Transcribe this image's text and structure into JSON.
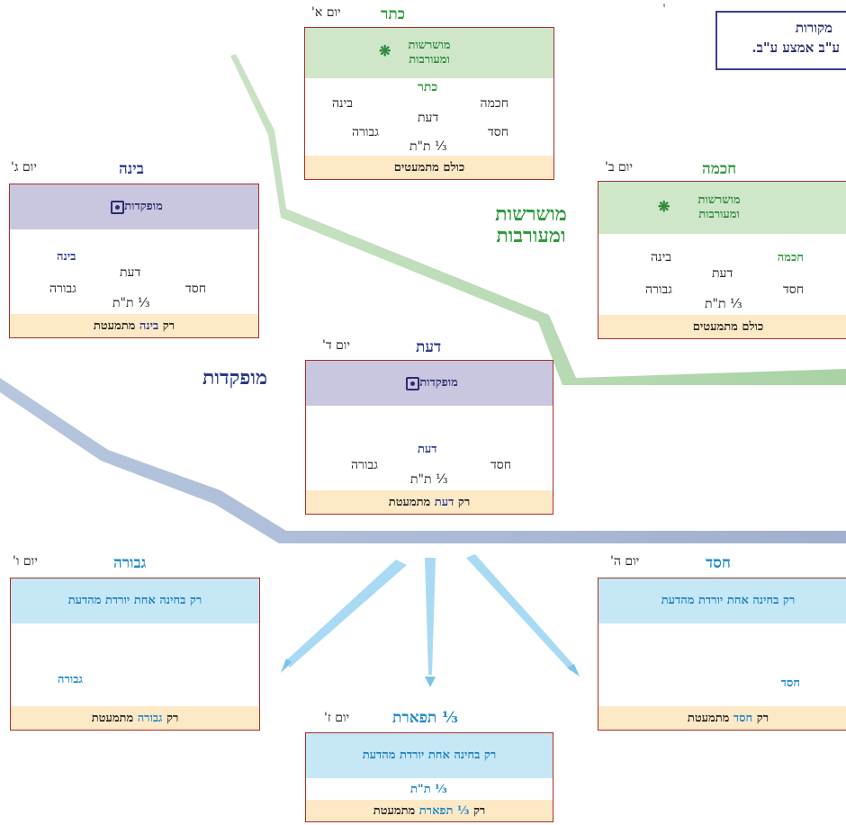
{
  "source_box": {
    "line1": "מקורות",
    "line2": "ע\"ב אמצע ע\"ב."
  },
  "side_labels": {
    "green": [
      "מושרשות",
      "ומעורבות"
    ],
    "purple": "מופקדות"
  },
  "colors": {
    "green": "#2e9a3c",
    "purple": "#2a3a8e",
    "blue": "#1e88c8",
    "border": "#a8302a",
    "footer": "#fde9c6"
  },
  "icons": {
    "green_header": "snowflake-icon",
    "purple_header": "target-square-icon"
  },
  "keter": {
    "title": "כתר",
    "day": "יום א'",
    "header_line1": "מושרשות",
    "header_line2": "ומעורבות",
    "center": "כתר",
    "chochma": "חכמה",
    "bina": "בינה",
    "daat": "דעת",
    "chesed": "חסד",
    "gevura": "גבורה",
    "tt": "⅓ ת\"ת",
    "footer": "כולם מתמעטים"
  },
  "chochma": {
    "title": "חכמה",
    "day": "יום ב'",
    "header_line1": "מושרשות",
    "header_line2": "ומעורבות",
    "chochma": "חכמה",
    "bina": "בינה",
    "daat": "דעת",
    "chesed": "חסד",
    "gevura": "גבורה",
    "tt": "⅓ ת\"ת",
    "footer": "כולם מתמעטים"
  },
  "bina": {
    "title": "בינה",
    "day": "יום ג'",
    "header": "מופקדות",
    "bina": "בינה",
    "daat": "דעת",
    "chesed": "חסד",
    "gevura": "גבורה",
    "tt": "⅓ ת\"ת",
    "footer_pre": "רק",
    "footer_word": "בינה",
    "footer_post": "מתמעטת"
  },
  "daat": {
    "title": "דעת",
    "day": "יום ד'",
    "header": "מופקדות",
    "daat": "דעת",
    "chesed": "חסד",
    "gevura": "גבורה",
    "tt": "⅓ ת\"ת",
    "footer_pre": "רק",
    "footer_word": "דעת",
    "footer_post": "מתמעטת"
  },
  "chesed": {
    "title": "חסד",
    "day": "יום ה'",
    "header": "רק בחינה אחת יורדת מהדעת",
    "chesed": "חסד",
    "footer_pre": "רק",
    "footer_word": "חסד",
    "footer_post": "מתמעטת"
  },
  "gevura": {
    "title": "גבורה",
    "day": "יום ו'",
    "header": "רק בחינה אחת יורדת מהדעת",
    "gevura": "גבורה",
    "footer_pre": "רק",
    "footer_word": "גבורה",
    "footer_post": "מתמעטת"
  },
  "tiferet": {
    "title": "⅓ תפארת",
    "day": "יום ז'",
    "header": "רק בחינה אחת יורדת מהדעת",
    "tt": "⅓ ת\"ת",
    "footer_pre": "רק",
    "footer_word": "⅓ תפארת",
    "footer_post": "מתמעטת"
  }
}
